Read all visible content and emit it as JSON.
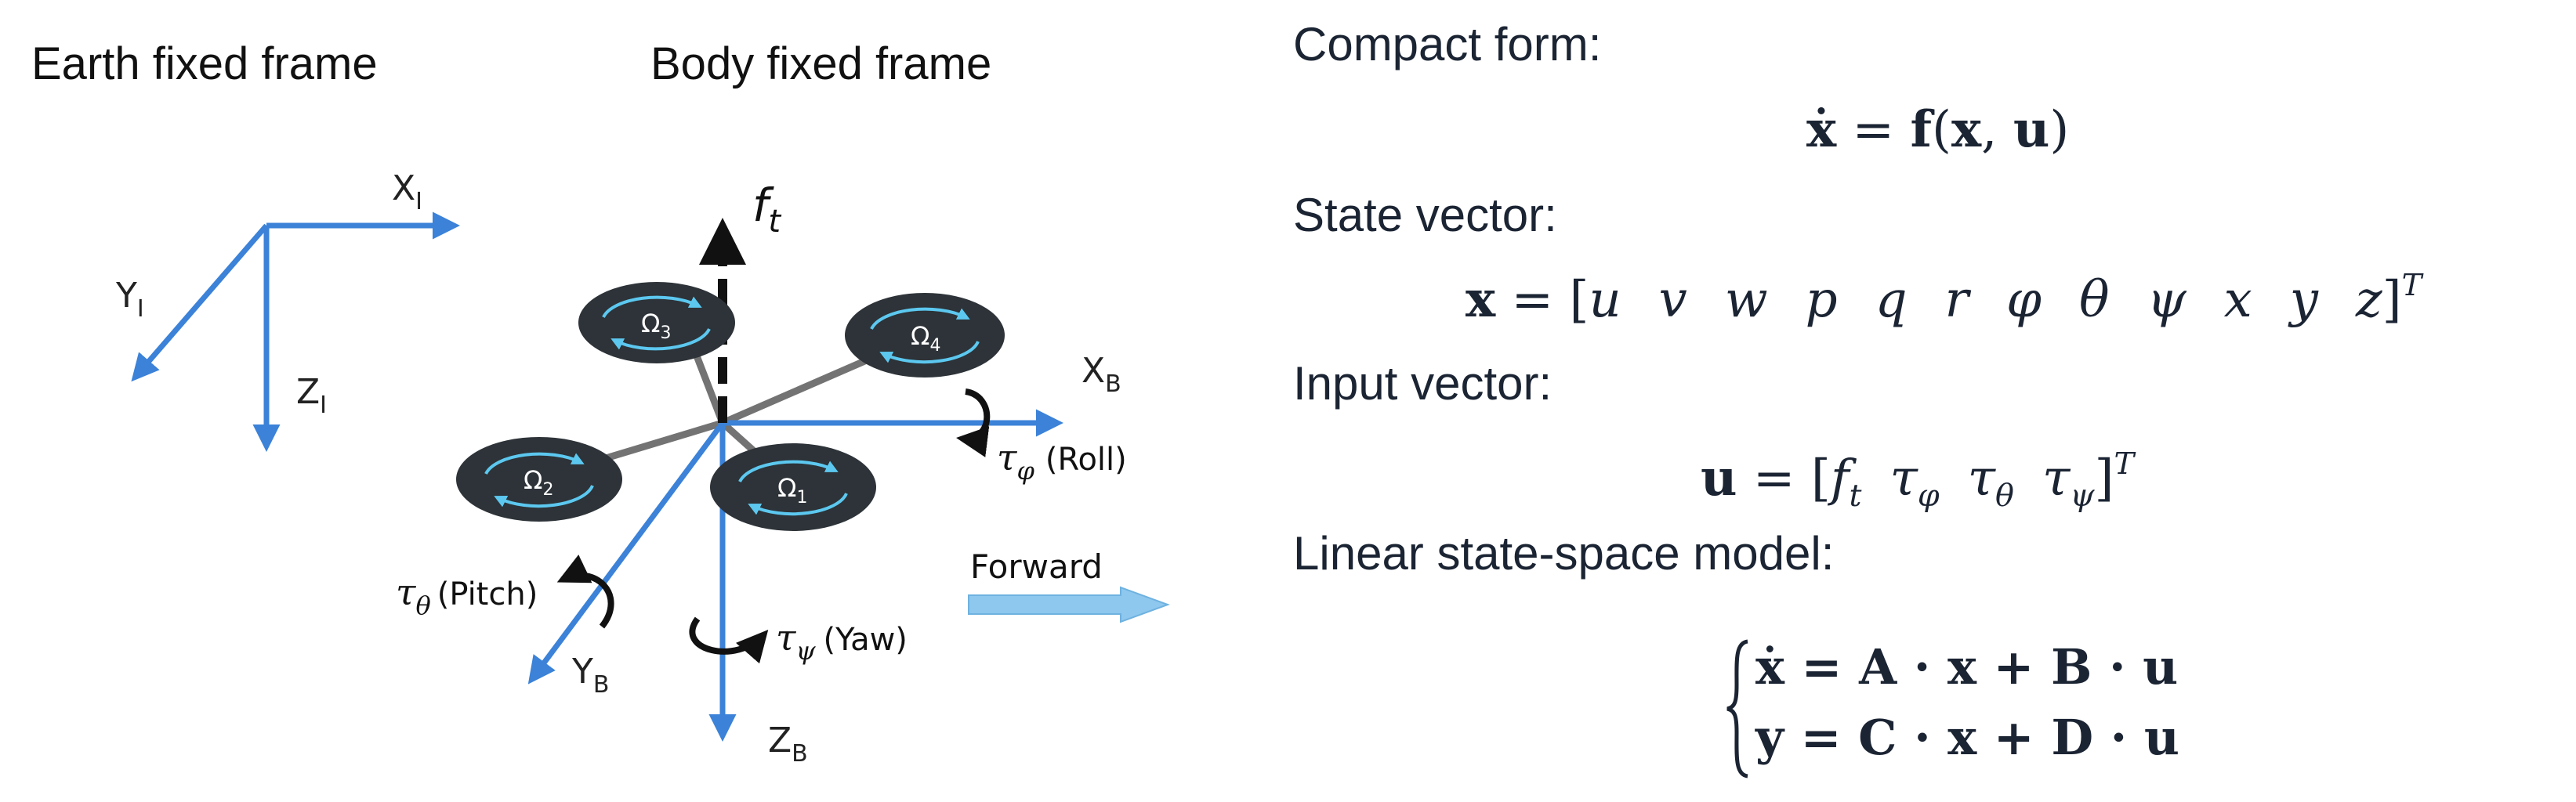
{
  "left": {
    "earth_title": "Earth fixed frame",
    "body_title": "Body fixed frame",
    "earth_axes": {
      "x": "X",
      "x_sub": "I",
      "y": "Y",
      "y_sub": "I",
      "z": "Z",
      "z_sub": "I"
    },
    "body_axes": {
      "x": "X",
      "x_sub": "B",
      "y": "Y",
      "y_sub": "B",
      "z": "Z",
      "z_sub": "B"
    },
    "thrust_label": "f",
    "thrust_sub": "t",
    "rotors": [
      {
        "label": "Ω",
        "sub": "3"
      },
      {
        "label": "Ω",
        "sub": "4"
      },
      {
        "label": "Ω",
        "sub": "2"
      },
      {
        "label": "Ω",
        "sub": "1"
      }
    ],
    "torques": {
      "roll_symbol": "τ",
      "roll_sub": "φ",
      "roll_text": "(Roll)",
      "pitch_symbol": "τ",
      "pitch_sub": "θ",
      "pitch_text": "(Pitch)",
      "yaw_symbol": "τ",
      "yaw_sub": "ψ",
      "yaw_text": "(Yaw)"
    },
    "forward_label": "Forward",
    "colors": {
      "axis": "#3b82d8",
      "arm": "#737373",
      "rotor": "#2d3338",
      "rotor_arrow": "#5cc8f0",
      "forward": "#8ec8ef"
    }
  },
  "right": {
    "compact_heading": "Compact form:",
    "compact_eq": {
      "lhs": "ẋ",
      "eq": " = ",
      "f": "f",
      "open": "(",
      "x": "x",
      "comma": ", ",
      "u": "u",
      "close": ")"
    },
    "state_heading": "State vector:",
    "state_eq": {
      "lhs": "x",
      "eq": " = [",
      "components": [
        "u",
        "v",
        "w",
        "p",
        "q",
        "r",
        "φ",
        "θ",
        "ψ",
        "x",
        "y",
        "z"
      ],
      "close": "]",
      "sup": "T"
    },
    "input_heading": "Input vector:",
    "input_eq": {
      "lhs": "u",
      "eq": " = [",
      "c1": "f",
      "c1_sub": "t",
      "c2": "τ",
      "c2_sub": "φ",
      "c3": "τ",
      "c3_sub": "θ",
      "c4": "τ",
      "c4_sub": "ψ",
      "close": "]",
      "sup": "T"
    },
    "linear_heading": "Linear state-space model:",
    "linear_eq": {
      "row1": "ẋ = A · x + B · u",
      "row2": "y = C · x + D · u"
    }
  }
}
